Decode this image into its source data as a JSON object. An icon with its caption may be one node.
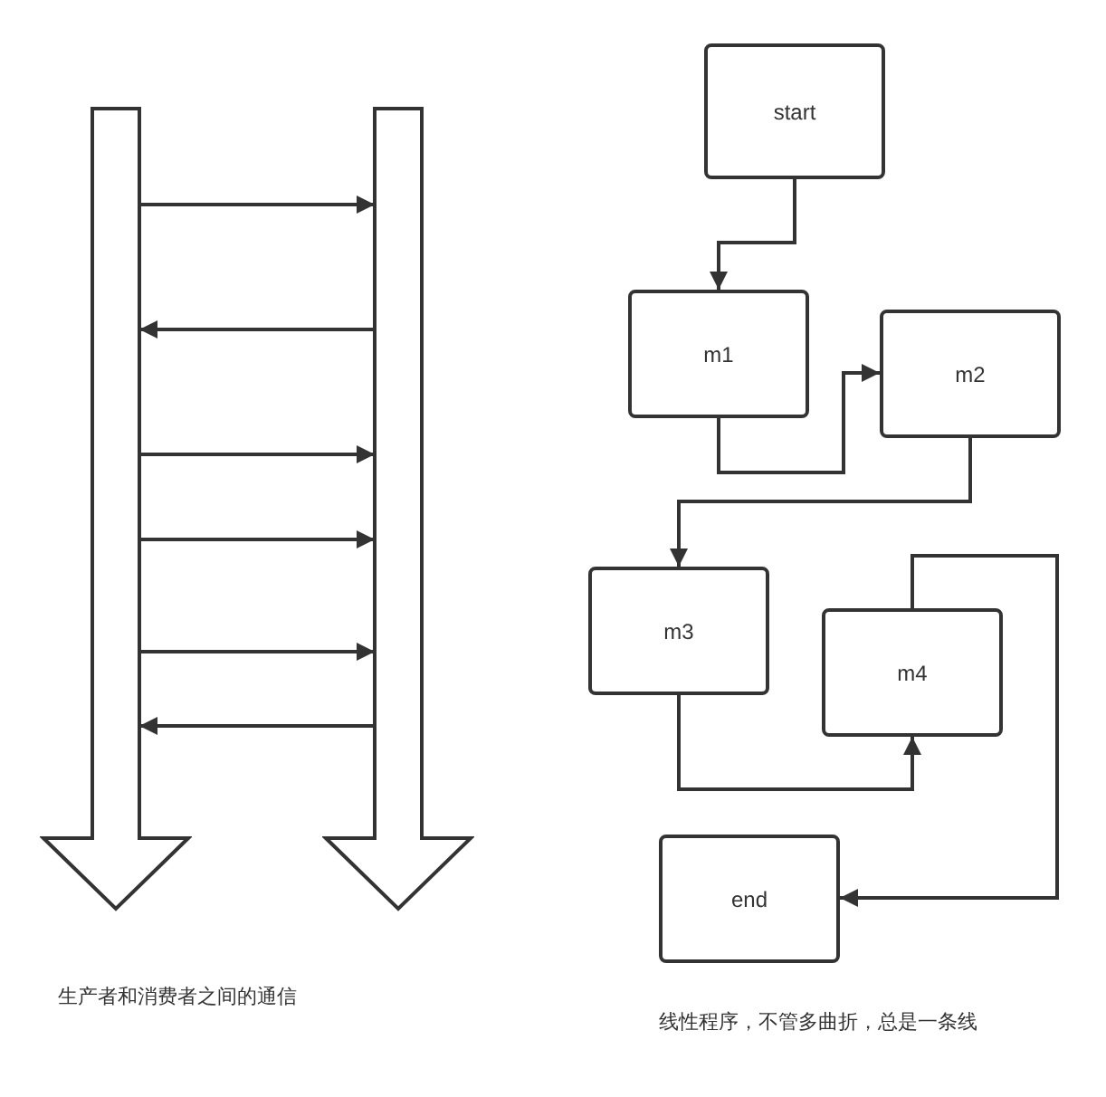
{
  "diagram": {
    "nodes": [
      {
        "text": [],
        "shape": "arrow"
      },
      {
        "text": [],
        "shape": "arrow"
      },
      {
        "text": [
          "start"
        ]
      },
      {
        "text": [
          "m1"
        ]
      },
      {
        "text": [
          "m2"
        ]
      },
      {
        "text": [
          "m3"
        ]
      },
      {
        "text": [
          "m4"
        ]
      },
      {
        "text": [
          "end"
        ]
      }
    ],
    "edges": [
      {
        "from": 0,
        "to": 1,
        "arrow": "to"
      },
      {
        "from": 1,
        "to": 0,
        "arrow": "to"
      },
      {
        "from": 0,
        "to": 1,
        "arrow": "to"
      },
      {
        "from": 0,
        "to": 1,
        "arrow": "to"
      },
      {
        "from": 0,
        "to": 1,
        "arrow": "to"
      },
      {
        "from": 1,
        "to": 0,
        "arrow": "to"
      },
      {
        "from": 2,
        "to": 3,
        "arrow": "to"
      },
      {
        "from": 3,
        "to": 4,
        "arrow": "to"
      },
      {
        "from": 4,
        "to": 5,
        "arrow": "to"
      },
      {
        "from": 5,
        "to": 6,
        "arrow": "to"
      },
      {
        "from": 6,
        "to": 7,
        "arrow": "to"
      }
    ],
    "labels": [
      "生产者和消费者之间的通信",
      "线性程序，不管多曲折，总是一条线"
    ]
  }
}
